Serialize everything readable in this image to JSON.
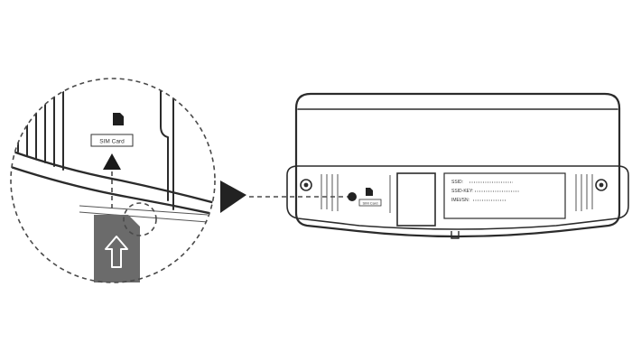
{
  "diagram": {
    "slot_label_zoom": "SIM Card",
    "slot_label_device": "SIM Card",
    "info_lines": [
      "SSID:",
      "SSID-KEY:",
      "IMEI/SN:"
    ],
    "colors": {
      "ink": "#2b2b2b",
      "card": "#6b6b6b",
      "fill_dark": "#222222"
    },
    "icons": [
      "sim-slot-icon",
      "up-arrow-icon",
      "pointer-triangle-icon",
      "screw-icon",
      "insert-direction-icon"
    ]
  }
}
